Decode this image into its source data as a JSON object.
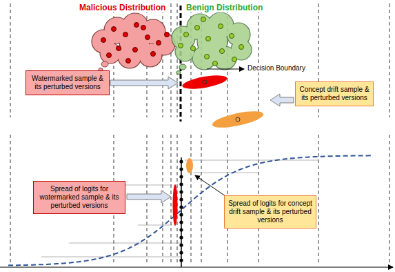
{
  "diagram": {
    "nodes": [
      {
        "text": [
          "Watermarked sample & its perturbed versions"
        ]
      },
      {
        "text": [
          "Concept drift sample & its perturbed versions"
        ]
      },
      {
        "text": [
          "Spread of logits for watermarked sample & its perturbed versions"
        ]
      },
      {
        "text": [
          "Spread of logits for concept drift sample & its perturbed versions"
        ]
      }
    ],
    "labels": [
      "Malicious Distribution",
      "Benign Distribution",
      "Decision Boundary"
    ]
  }
}
